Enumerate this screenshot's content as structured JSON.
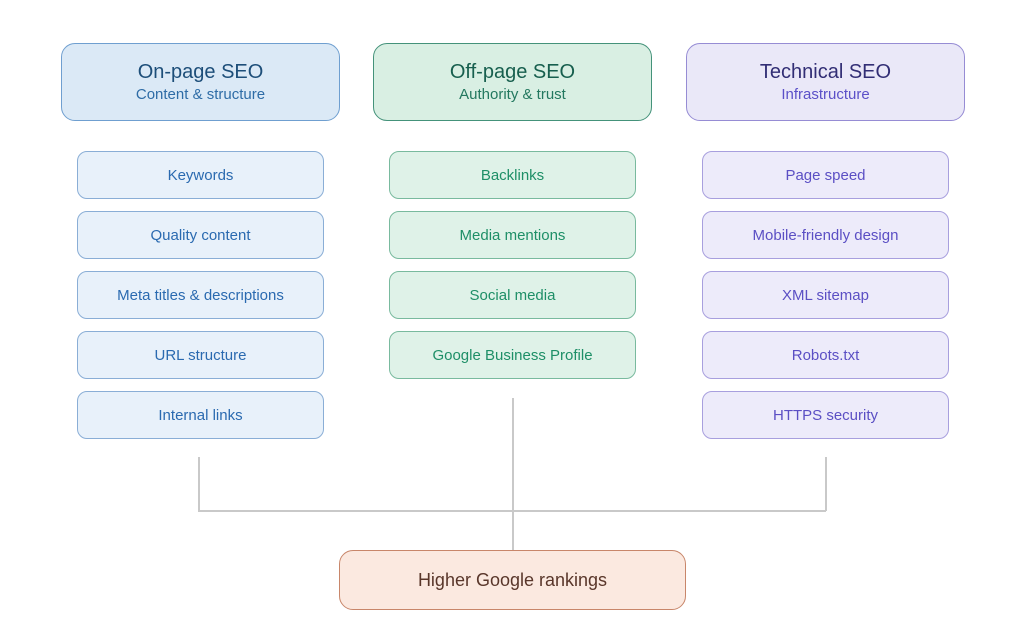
{
  "diagram": {
    "title_implicit": "SEO categories leading to higher Google rankings",
    "columns": [
      {
        "id": "on-page-seo",
        "title": "On-page SEO",
        "subtitle": "Content & structure",
        "items": [
          "Keywords",
          "Quality content",
          "Meta titles & descriptions",
          "URL structure",
          "Internal links"
        ]
      },
      {
        "id": "off-page-seo",
        "title": "Off-page SEO",
        "subtitle": "Authority & trust",
        "items": [
          "Backlinks",
          "Media mentions",
          "Social media",
          "Google Business Profile"
        ]
      },
      {
        "id": "technical-seo",
        "title": "Technical SEO",
        "subtitle": "Infrastructure",
        "items": [
          "Page speed",
          "Mobile-friendly design",
          "XML sitemap",
          "Robots.txt",
          "HTTPS security"
        ]
      }
    ],
    "result": {
      "label": "Higher Google rankings"
    },
    "colors": {
      "on_page": {
        "header_bg": "#dbe9f6",
        "border": "#6f9fd0",
        "title_text": "#1d4e79",
        "subtitle_text": "#2e6ca6",
        "item_bg": "#e8f1fa",
        "item_border": "#8aaed6",
        "item_text": "#2a6ab0"
      },
      "off_page": {
        "header_bg": "#d9efe3",
        "border": "#44927a",
        "title_text": "#175f4e",
        "subtitle_text": "#23785f",
        "item_bg": "#dff2e8",
        "item_border": "#79ba9e",
        "item_text": "#1e8f67"
      },
      "technical": {
        "header_bg": "#eae8f8",
        "border": "#968cd4",
        "title_text": "#322e75",
        "subtitle_text": "#5b50c8",
        "item_bg": "#edebfa",
        "item_border": "#a89fde",
        "item_text": "#5b4fc4"
      },
      "result": {
        "bg": "#fbe9e0",
        "border": "#c8866a",
        "text": "#59362a"
      },
      "connector": "#c9c9c9",
      "background": "#ffffff"
    }
  }
}
